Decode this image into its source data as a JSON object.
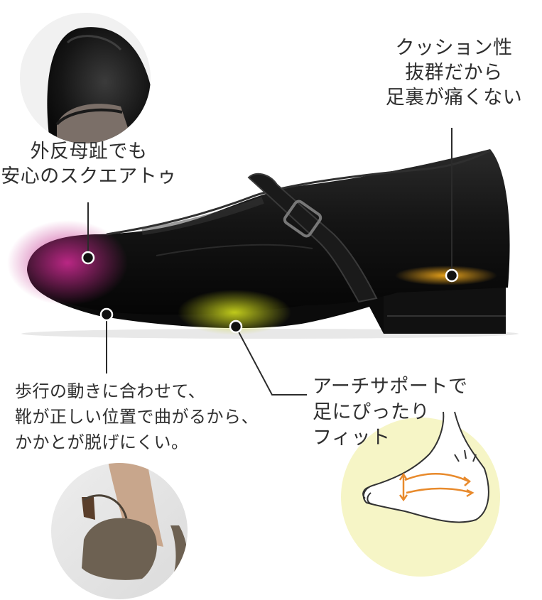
{
  "colors": {
    "leather": "#121212",
    "toe_highlight": "#c2288a",
    "arch_highlight": "#c9d41c",
    "heel_highlight": "#e7a21a",
    "arrow_orange": "#e88a2c",
    "foot_circle": "#f6f5c6",
    "callout_line": "#2b2b2b"
  },
  "callouts": {
    "toe": {
      "lines": [
        "外反母趾でも",
        "安心のスクエアトゥ"
      ]
    },
    "cushion": {
      "lines": [
        "クッション性",
        "抜群だから",
        "足裏が痛くない"
      ]
    },
    "walking": {
      "lines": [
        "歩行の動きに合わせて、",
        "靴が正しい位置で曲がるから、",
        "かかとが脱げにくい。"
      ]
    },
    "arch": {
      "lines": [
        "アーチサポートで",
        "足にぴったり",
        "フィット"
      ]
    }
  },
  "icons": [
    "square-toe-closeup",
    "heel-flex-photo",
    "foot-arch-illustration"
  ]
}
